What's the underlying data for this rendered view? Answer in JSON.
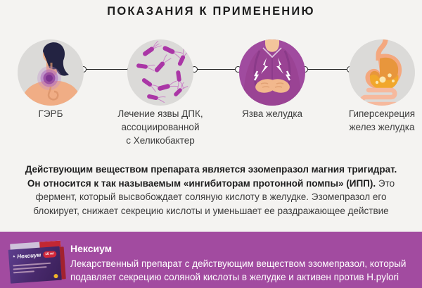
{
  "title": "ПОКАЗАНИЯ К ПРИМЕНЕНИЮ",
  "indications": [
    {
      "label": "ГЭРБ",
      "icon": "gerd-person-icon"
    },
    {
      "label": "Лечение язвы ДПК,\nассоциированной\nс Хеликобактер",
      "icon": "helicobacter-bacteria-icon"
    },
    {
      "label": "Язва желудка",
      "icon": "stomach-pain-person-icon"
    },
    {
      "label": "Гиперсекреция\nжелез желудка",
      "icon": "stomach-organ-icon"
    }
  ],
  "description": {
    "bold": "Действующим веществом препарата является эзомепразол магния тригидрат. Он относится к так называемым «ингибиторам протонной помпы» (ИПП).",
    "regular": " Это фермент, который высвобождает соляную кислоту в желудке. Эзомепразол его блокирует, снижает секрецию кислоты и уменьшает ее раздражающее действие"
  },
  "product": {
    "name": "Нексиум",
    "description": "Лекарственный препарат с действующим веществом эзомепразол, который подавляет секрецию соляной кислоты в желудке и активен против H.pylori",
    "box": {
      "brand": "Нексиум",
      "dose": "10 мг"
    }
  },
  "colors": {
    "page_background": "#f4f3f1",
    "accent_purple": "#a24ba0",
    "circle_gray": "#dbdad8",
    "bacteria_magenta": "#aa36a6",
    "connector_line": "#1d1d1d",
    "title_text": "#1c1c1c",
    "body_text": "#3b3b3b",
    "band_text": "#ffffff"
  }
}
